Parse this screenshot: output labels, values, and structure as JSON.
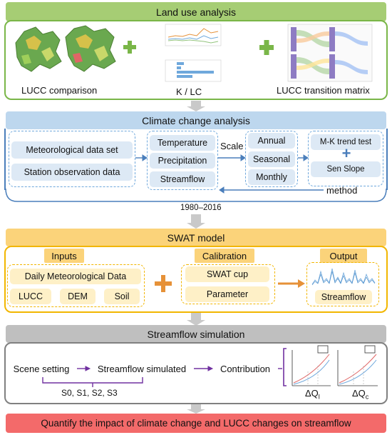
{
  "colors": {
    "green": "#a6cd74",
    "green_border": "#7ab648",
    "blue": "#bdd7ee",
    "blue_border": "#4a7ebb",
    "orange": "#fbd37a",
    "orange_border": "#f2b600",
    "gray": "#bfbfbf",
    "red": "#f36a6a",
    "arrow": "#7030a0"
  },
  "land_use": {
    "title": "Land use analysis",
    "lucc_caption": "LUCC comparison",
    "klc_caption": "K / LC",
    "matrix_caption": "LUCC transition matrix"
  },
  "climate": {
    "title": "Climate change analysis",
    "data_sources": [
      "Meteorological data set",
      "Station observation data"
    ],
    "variables": [
      "Temperature",
      "Precipitation",
      "Streamflow"
    ],
    "scale_label": "Scale",
    "scales": [
      "Annual",
      "Seasonal",
      "Monthly"
    ],
    "mk_test": "M-K trend test",
    "plus": "+",
    "sen_slope": "Sen Slope",
    "method_label": "method",
    "period": "1980–2016"
  },
  "swat": {
    "title": "SWAT model",
    "inputs_label": "Inputs",
    "calibration_label": "Calibration",
    "output_label": "Output",
    "daily_met": "Daily Meteorological Data",
    "input_items": [
      "LUCC",
      "DEM",
      "Soil"
    ],
    "plus": "+",
    "swat_cup": "SWAT cup",
    "parameter": "Parameter",
    "streamflow": "Streamflow"
  },
  "simulation": {
    "title": "Streamflow simulation",
    "scene_setting": "Scene setting",
    "streamflow_simulated": "Streamflow simulated",
    "contribution": "Contribution",
    "scenarios": "S0, S1, S2, S3",
    "delta_l": "ΔQ",
    "delta_l_sub": "l",
    "delta_c": "ΔQ",
    "delta_c_sub": "c"
  },
  "final": {
    "title": "Quantify the impact of climate change and LUCC changes on streamflow"
  }
}
